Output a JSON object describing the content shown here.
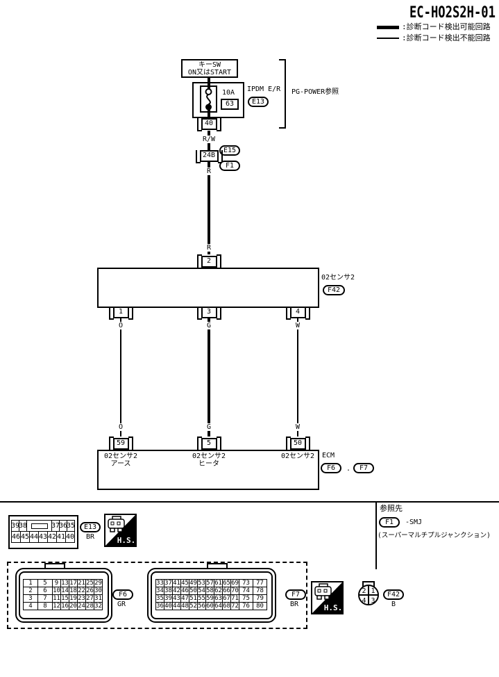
{
  "title": "EC-HO2S2H-01",
  "legend": {
    "detectable": ":診断コード検出可能回路",
    "not_detectable": ":診断コード検出不能回路"
  },
  "power_section": {
    "key_switch_line1": "キーSW",
    "key_switch_line2": "ON又はSTART",
    "fuse_rating": "10A",
    "fuse_number": "63",
    "module_name": "IPDM E/R",
    "module_connector": "E13",
    "reference": "PG-POWER参照",
    "pin_out": "40"
  },
  "junction": {
    "wire_color_in": "R/W",
    "connector_above": "E15",
    "pin": "24B",
    "connector_below": "F1",
    "wire_color_top": "R",
    "wire_color_bottom": "R"
  },
  "sensor": {
    "pin_top": "2",
    "name": "02センサ2",
    "connector": "F42",
    "pin_1": "1",
    "pin_3": "3",
    "pin_4": "4",
    "wire1_top": "O",
    "wire2_top": "G",
    "wire3_top": "W",
    "wire1_bottom": "O",
    "wire2_bottom": "G",
    "wire3_bottom": "W"
  },
  "ecm": {
    "pin_1": "59",
    "pin_2": "5",
    "pin_3": "50",
    "label_1a": "02センサ2",
    "label_1b": "アース",
    "label_2a": "02センサ2",
    "label_2b": "ヒータ",
    "label_3a": "02センサ2",
    "name": "ECM",
    "connector_1": "F6",
    "separator": ".",
    "connector_2": "F7"
  },
  "footer": {
    "hs_label": "H.S.",
    "e13": {
      "name": "E13",
      "color": "BR",
      "grid": [
        [
          "39",
          "38",
          "",
          "37",
          "36",
          "35"
        ],
        [
          "46",
          "45",
          "44",
          "43",
          "42",
          "41",
          "40"
        ]
      ]
    },
    "reference": {
      "title": "参照先",
      "connector": "F1",
      "suffix": "-SMJ",
      "note": "(スーパーマルチプルジャンクション)"
    },
    "f6": {
      "name": "F6",
      "color": "GR",
      "grid": [
        [
          "1",
          "5",
          "9",
          "13",
          "17",
          "21",
          "25",
          "29"
        ],
        [
          "2",
          "6",
          "10",
          "14",
          "18",
          "22",
          "26",
          "30"
        ],
        [
          "3",
          "7",
          "11",
          "15",
          "19",
          "23",
          "27",
          "31"
        ],
        [
          "4",
          "8",
          "12",
          "16",
          "20",
          "24",
          "28",
          "32"
        ]
      ]
    },
    "f7": {
      "name": "F7",
      "color": "BR",
      "grid": [
        [
          "33",
          "37",
          "41",
          "45",
          "49",
          "53",
          "57",
          "61",
          "65",
          "69",
          "73",
          "77"
        ],
        [
          "34",
          "38",
          "42",
          "46",
          "50",
          "54",
          "58",
          "62",
          "66",
          "70",
          "74",
          "78"
        ],
        [
          "35",
          "39",
          "43",
          "47",
          "51",
          "55",
          "59",
          "63",
          "67",
          "71",
          "75",
          "79"
        ],
        [
          "36",
          "40",
          "44",
          "48",
          "52",
          "56",
          "60",
          "64",
          "68",
          "72",
          "76",
          "80"
        ]
      ]
    },
    "f42": {
      "name": "F42",
      "color": "B",
      "p1": "2",
      "p2": "1",
      "p3": "4",
      "p4": "3"
    }
  }
}
